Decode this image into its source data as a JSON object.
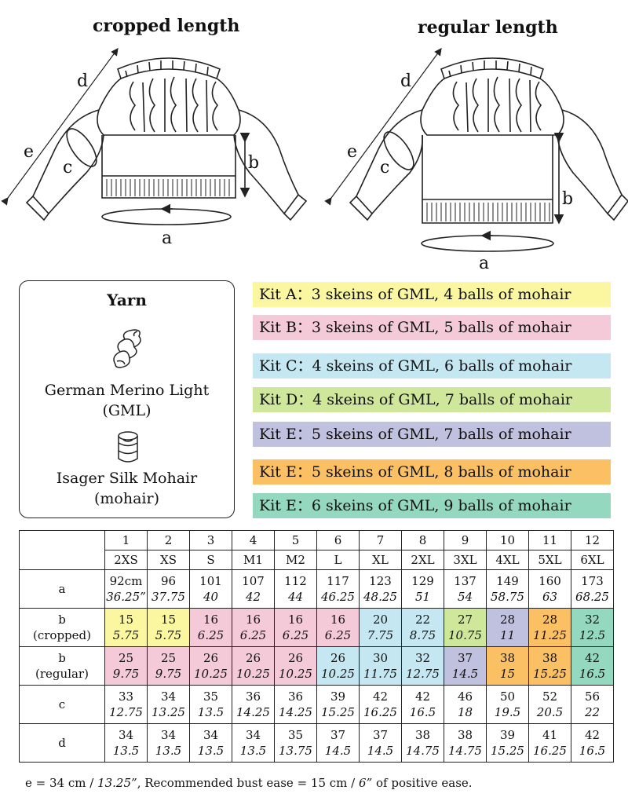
{
  "diagrams": {
    "cropped_title": "cropped length",
    "regular_title": "regular length",
    "labels": {
      "a": "a",
      "b": "b",
      "c": "c",
      "d": "d",
      "e": "e"
    }
  },
  "yarn": {
    "title": "Yarn",
    "yarn1_line1": "German Merino Light",
    "yarn1_line2": "(GML)",
    "yarn2_line1": "Isager Silk Mohair",
    "yarn2_line2": "(mohair)"
  },
  "kits": [
    {
      "label": "Kit A：3 skeins of GML, 4 balls of mohair",
      "color": "#fbf7a0"
    },
    {
      "label": "Kit B：3 skeins of GML, 5 balls of mohair",
      "color": "#f4c9d8"
    },
    {
      "label": "Kit C：4 skeins of GML, 6 balls of mohair",
      "color": "#c4e7f1"
    },
    {
      "label": "Kit D：4 skeins of GML, 7 balls of mohair",
      "color": "#cfe79b"
    },
    {
      "label": "Kit E：5 skeins of GML, 7 balls of mohair",
      "color": "#c0c0df"
    },
    {
      "label": "Kit E：5 skeins of GML, 8 balls of mohair",
      "color": "#fbc064"
    },
    {
      "label": "Kit E：6 skeins of GML, 9 balls of mohair",
      "color": "#93d8bf"
    }
  ],
  "table": {
    "size_numbers": [
      "1",
      "2",
      "3",
      "4",
      "5",
      "6",
      "7",
      "8",
      "9",
      "10",
      "11",
      "12"
    ],
    "size_names": [
      "2XS",
      "XS",
      "S",
      "M1",
      "M2",
      "L",
      "XL",
      "2XL",
      "3XL",
      "4XL",
      "5XL",
      "6XL"
    ],
    "rows": [
      {
        "label": [
          "a"
        ],
        "cm": [
          "92cm",
          "96",
          "101",
          "107",
          "112",
          "117",
          "123",
          "129",
          "137",
          "149",
          "160",
          "173"
        ],
        "in": [
          "36.25”",
          "37.75",
          "40",
          "42",
          "44",
          "46.25",
          "48.25",
          "51",
          "54",
          "58.75",
          "63",
          "68.25"
        ],
        "kit": []
      },
      {
        "label": [
          "b",
          "(cropped)"
        ],
        "cm": [
          "15",
          "15",
          "16",
          "16",
          "16",
          "16",
          "20",
          "22",
          "27",
          "28",
          "28",
          "32"
        ],
        "in": [
          "5.75",
          "5.75",
          "6.25",
          "6.25",
          "6.25",
          "6.25",
          "7.75",
          "8.75",
          "10.75",
          "11",
          "11.25",
          "12.5"
        ],
        "kit": [
          0,
          0,
          1,
          1,
          1,
          1,
          2,
          2,
          3,
          4,
          5,
          6
        ]
      },
      {
        "label": [
          "b",
          "(regular)"
        ],
        "cm": [
          "25",
          "25",
          "26",
          "26",
          "26",
          "26",
          "30",
          "32",
          "37",
          "38",
          "38",
          "42"
        ],
        "in": [
          "9.75",
          "9.75",
          "10.25",
          "10.25",
          "10.25",
          "10.25",
          "11.75",
          "12.75",
          "14.5",
          "15",
          "15.25",
          "16.5"
        ],
        "kit": [
          1,
          1,
          1,
          1,
          1,
          2,
          2,
          2,
          4,
          5,
          5,
          6
        ]
      },
      {
        "label": [
          "c"
        ],
        "cm": [
          "33",
          "34",
          "35",
          "36",
          "36",
          "39",
          "42",
          "42",
          "46",
          "50",
          "52",
          "56"
        ],
        "in": [
          "12.75",
          "13.25",
          "13.5",
          "14.25",
          "14.25",
          "15.25",
          "16.25",
          "16.5",
          "18",
          "19.5",
          "20.5",
          "22"
        ],
        "kit": []
      },
      {
        "label": [
          "d"
        ],
        "cm": [
          "34",
          "34",
          "34",
          "34",
          "35",
          "37",
          "37",
          "38",
          "38",
          "39",
          "41",
          "42"
        ],
        "in": [
          "13.5",
          "13.5",
          "13.5",
          "13.5",
          "13.75",
          "14.5",
          "14.5",
          "14.75",
          "14.75",
          "15.25",
          "16.25",
          "16.5"
        ],
        "kit": []
      }
    ]
  },
  "footer": {
    "part1": "e = 34 cm / ",
    "part2": "13.25”",
    "part3": ", Recommended bust ease = 15 cm / ",
    "part4": "6”",
    "part5": "  of positive ease."
  }
}
